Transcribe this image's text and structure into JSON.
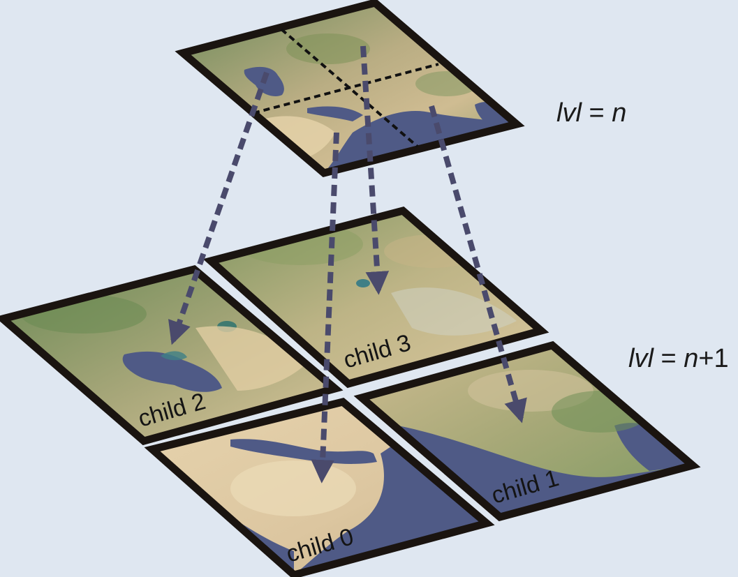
{
  "levels": {
    "parent": {
      "var": "lvl",
      "eq": " = ",
      "n": "n",
      "plus": ""
    },
    "children": {
      "var": "lvl",
      "eq": " = ",
      "n": "n",
      "plus": "+1"
    }
  },
  "tiles": {
    "child_0": "child 0",
    "child_1": "child 1",
    "child_2": "child 2",
    "child_3": "child 3"
  },
  "colors": {
    "background": "#dfe7f1",
    "tile_border": "#1a1410",
    "arrow": "#4a4a6c",
    "quadrant_divider": "#111111",
    "water": "#4f5a86",
    "desert": "#dcc7a0",
    "vegetation": "#8b9b66"
  },
  "icons": [
    "dashed-arrow",
    "map-tile"
  ]
}
